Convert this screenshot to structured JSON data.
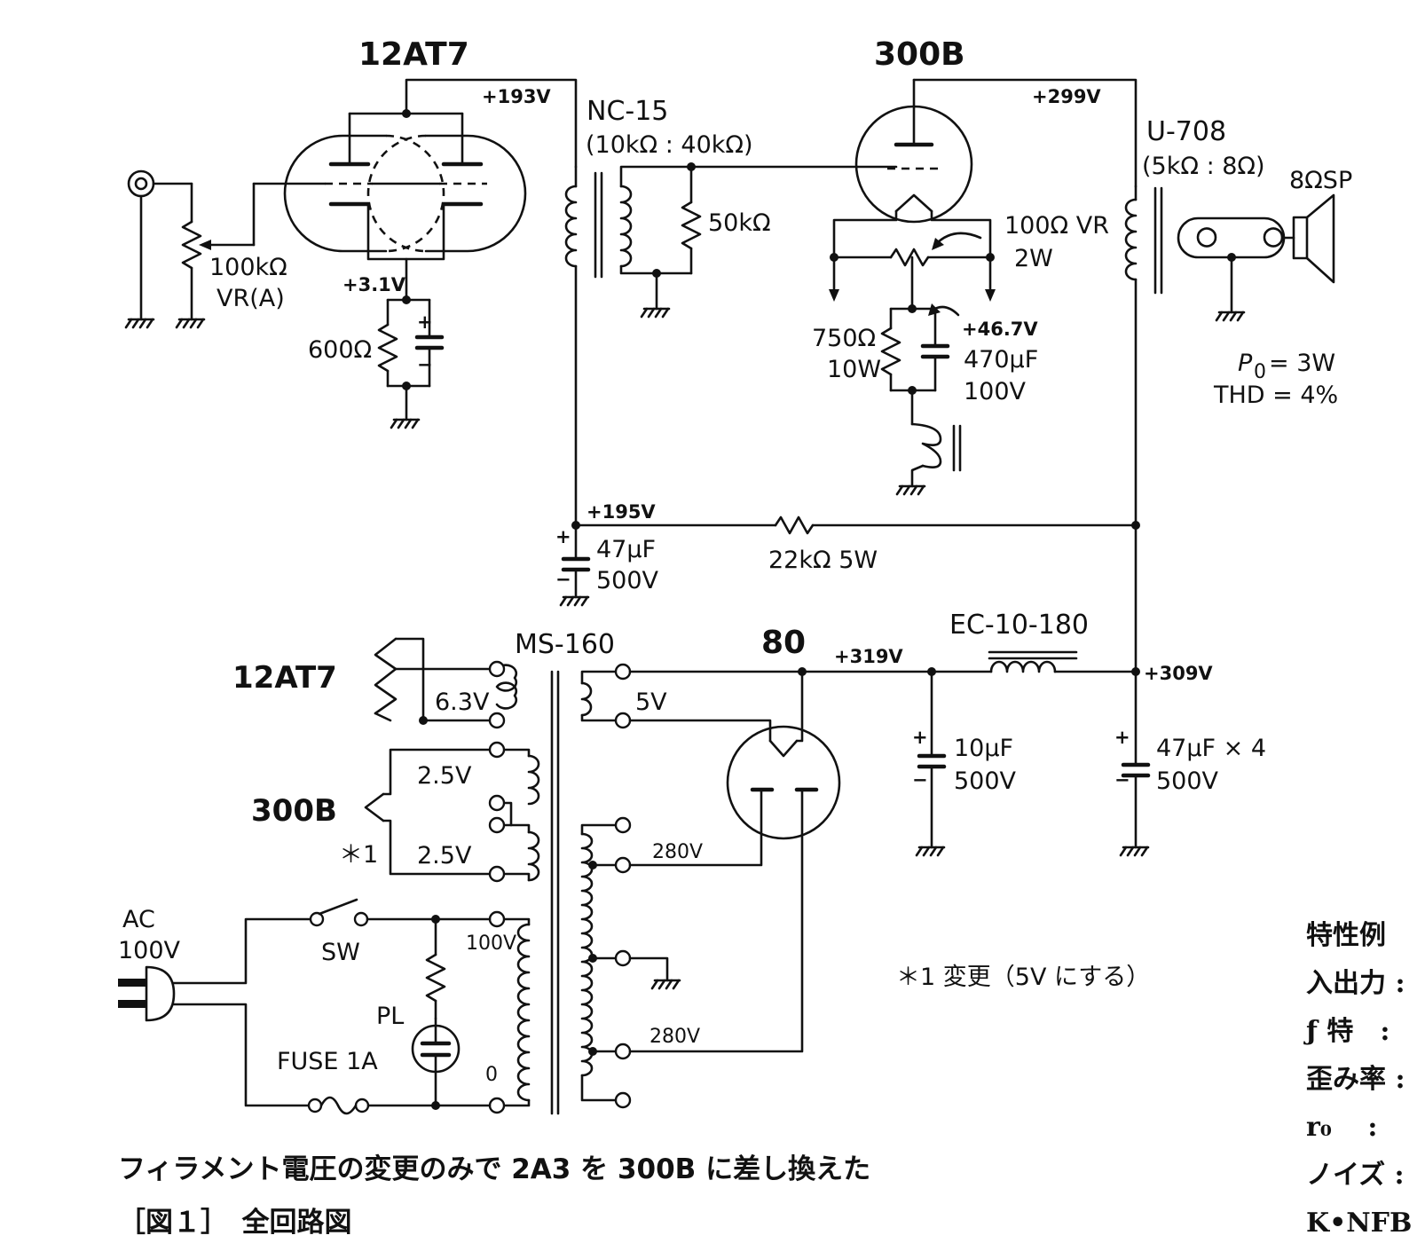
{
  "tubes": {
    "driver": "12AT7",
    "output": "300B",
    "rectifier": "80",
    "heater_driver": "12AT7",
    "heater_output": "300B"
  },
  "transformers": {
    "interstage": "NC-15",
    "interstage_ratio": "(10kΩ : 40kΩ)",
    "output": "U-708",
    "output_ratio": "(5kΩ : 8Ω)",
    "power": "MS-160",
    "choke": "EC-10-180"
  },
  "speaker": "8ΩSP",
  "voltages": {
    "v193": "+193V",
    "v299": "+299V",
    "v3_1": "+3.1V",
    "v46_7": "+46.7V",
    "v195": "+195V",
    "v319": "+319V",
    "v309": "+309V"
  },
  "components": {
    "volume_value": "100kΩ",
    "volume_type": "VR(A)",
    "cathode_r": "600Ω",
    "grid_r": "50kΩ",
    "hum_vr": "100Ω VR",
    "hum_vr_w": "2W",
    "r750": "750Ω",
    "r750_w": "10W",
    "c470": "470μF",
    "c470_v": "100V",
    "c47": "47μF",
    "c47_v": "500V",
    "r22k": "22kΩ 5W",
    "c10": "10μF",
    "c10_v": "500V",
    "c47x4": "47μF × 4",
    "c47x4_v": "500V"
  },
  "windings": {
    "h63": "6.3V",
    "h5": "5V",
    "h25a": "2.5V",
    "h25b": "2.5V",
    "ht1": "280V",
    "ht2": "280V",
    "pri100": "100V",
    "pri0": "0"
  },
  "mains": {
    "ac": "AC",
    "ac_v": "100V",
    "switch": "SW",
    "pilot": "PL",
    "fuse": "FUSE 1A"
  },
  "performance": {
    "po": "P",
    "po_sub": "0",
    "po_val": "= 3W",
    "thd": "THD = 4%"
  },
  "notes": {
    "marker": "＊1",
    "change": "＊1 変更（5V にする）",
    "plus": "+",
    "minus": "−"
  },
  "spec_list": {
    "title": "特性例",
    "items": [
      "入出力 :",
      "ƒ 特　:",
      "歪み率 :",
      "r₀　 :",
      "ノイズ :",
      "K•NFB"
    ]
  },
  "caption": {
    "line1": "フィラメント電圧の変更のみで 2A3 を 300B に差し換えた",
    "line2": "［図１］　全回路図"
  }
}
